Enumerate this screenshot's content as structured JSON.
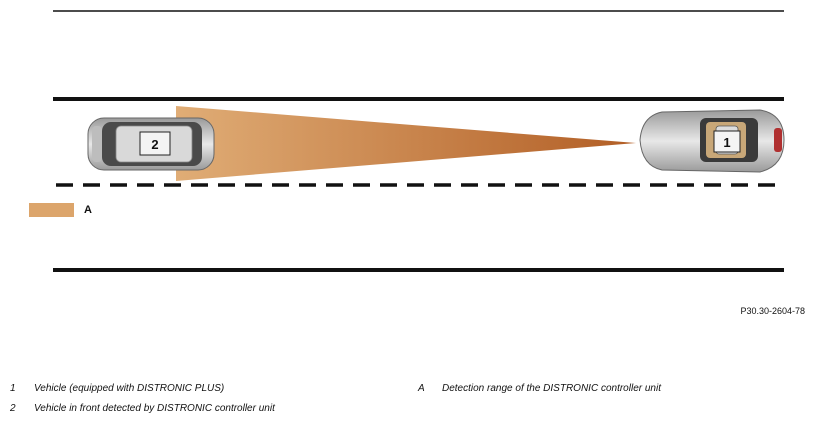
{
  "diagram": {
    "vehicle_1_label": "1",
    "vehicle_2_label": "2",
    "detection_swatch_label": "A",
    "figure_reference": "P30.30-2604-78"
  },
  "legend": [
    {
      "key": "1",
      "text": "Vehicle (equipped with DISTRONIC PLUS)"
    },
    {
      "key": "2",
      "text": "Vehicle in front detected by DISTRONIC controller unit"
    },
    {
      "key": "A",
      "text": "Detection range of the DISTRONIC controller unit"
    }
  ],
  "colors": {
    "detection_light": "#e0ad76",
    "detection_dark": "#b9622a",
    "road_line": "#111111",
    "car_body": "#cfcfcf"
  }
}
